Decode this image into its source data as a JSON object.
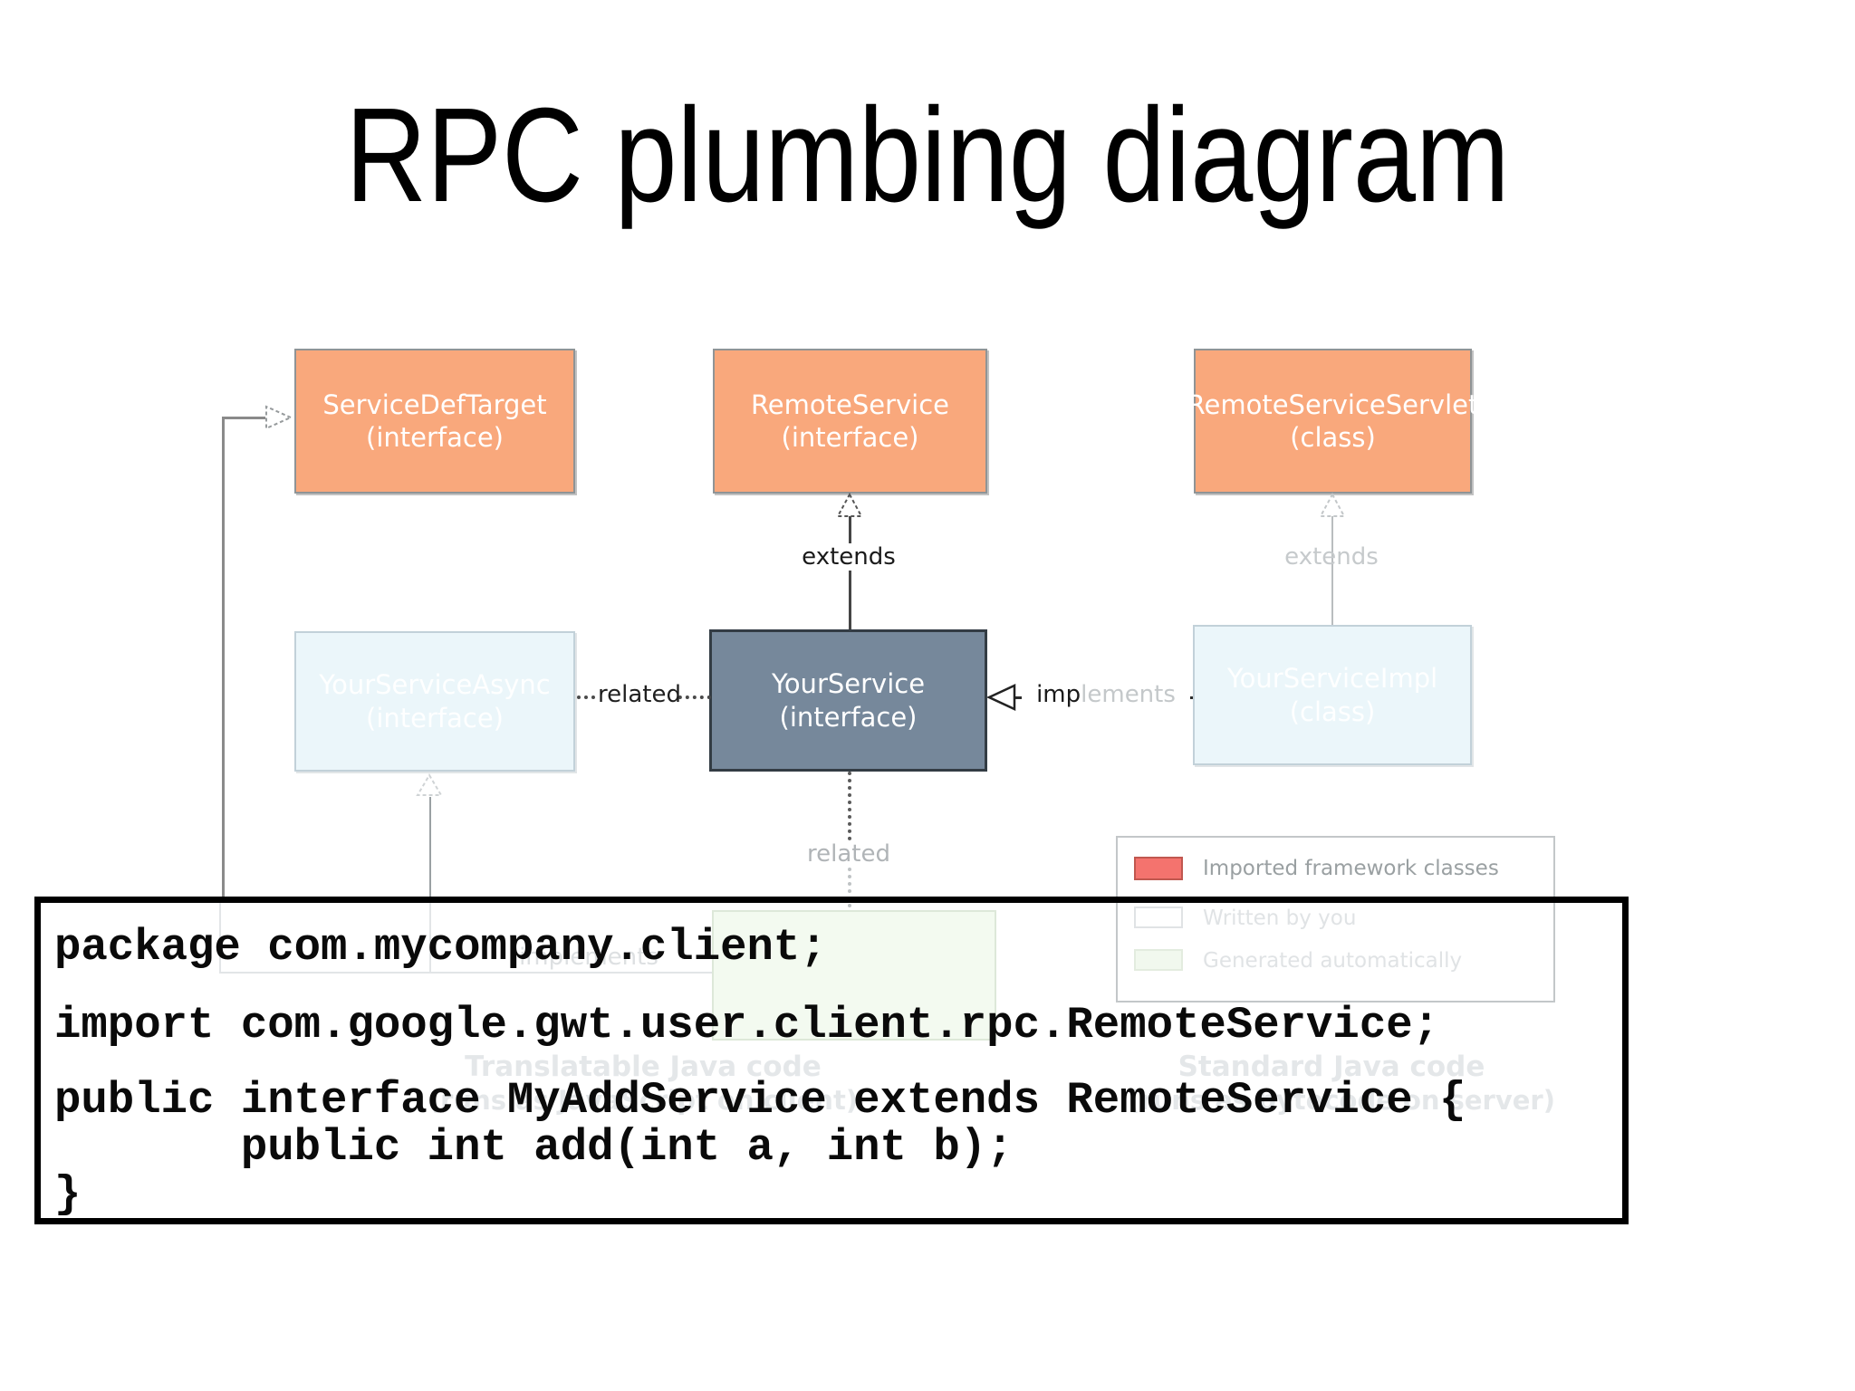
{
  "title": "RPC plumbing diagram",
  "diagram": {
    "top_row": {
      "service_def_target": {
        "name": "ServiceDefTarget",
        "stereotype": "(interface)"
      },
      "remote_service": {
        "name": "RemoteService",
        "stereotype": "(interface)"
      },
      "remote_service_servlet": {
        "name": "RemoteServiceServlet",
        "stereotype": "(class)"
      }
    },
    "middle_row": {
      "your_service_async": {
        "name": "YourServiceAsync",
        "stereotype": "(interface)"
      },
      "your_service": {
        "name": "YourService",
        "stereotype": "(interface)"
      },
      "your_service_impl": {
        "name": "YourServiceImpl",
        "stereotype": "(class)"
      }
    },
    "edge_labels": {
      "extends_center": "extends",
      "extends_right": "extends",
      "related_horizontal": "related",
      "related_vertical": "related",
      "implements_dark_part": "imp",
      "implements_faded_part": "lements",
      "implements_ghost": "implements"
    },
    "ghost_captions": {
      "client_caption": "Translatable Java code",
      "client_caption_sub": "(runs as JavaScript on client)",
      "server_caption": "Standard Java code",
      "server_caption_sub": "(runs as bytecode on server)"
    },
    "colors": {
      "framework_box": "#f9a87c",
      "highlight_box": "#76889b",
      "legend_red": "#f4736e",
      "ghost_blue": "#ebf6fa",
      "ghost_green": "#f3faf0"
    }
  },
  "legend": {
    "items": [
      {
        "label": "Imported framework classes"
      },
      {
        "label": "Written by you"
      },
      {
        "label": "Generated automatically"
      }
    ]
  },
  "code_panel": {
    "lines": [
      "package com.mycompany.client;",
      "import com.google.gwt.user.client.rpc.RemoteService;",
      "public interface MyAddService extends RemoteService {",
      "       public int add(int a, int b);",
      "}"
    ]
  }
}
